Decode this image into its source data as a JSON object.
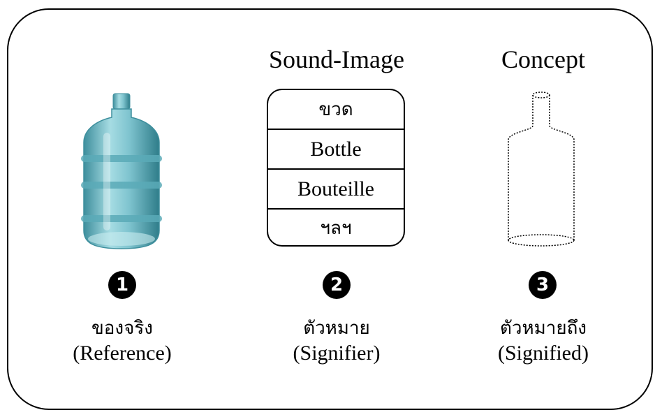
{
  "columns": [
    {
      "number": "1",
      "caption_th": "ของจริง",
      "caption_en": "(Reference)"
    },
    {
      "title": "Sound-Image",
      "number": "2",
      "caption_th": "ตัวหมาย",
      "caption_en": "(Signifier)"
    },
    {
      "title": "Concept",
      "number": "3",
      "caption_th": "ตัวหมายถึง",
      "caption_en": "(Signified)"
    }
  ],
  "signifier_table": [
    "ขวด",
    "Bottle",
    "Bouteille",
    "ฯลฯ"
  ],
  "colors": {
    "bottle_fill": "#7fc4cf",
    "bottle_dark": "#3e8f9d",
    "line": "#000000"
  }
}
